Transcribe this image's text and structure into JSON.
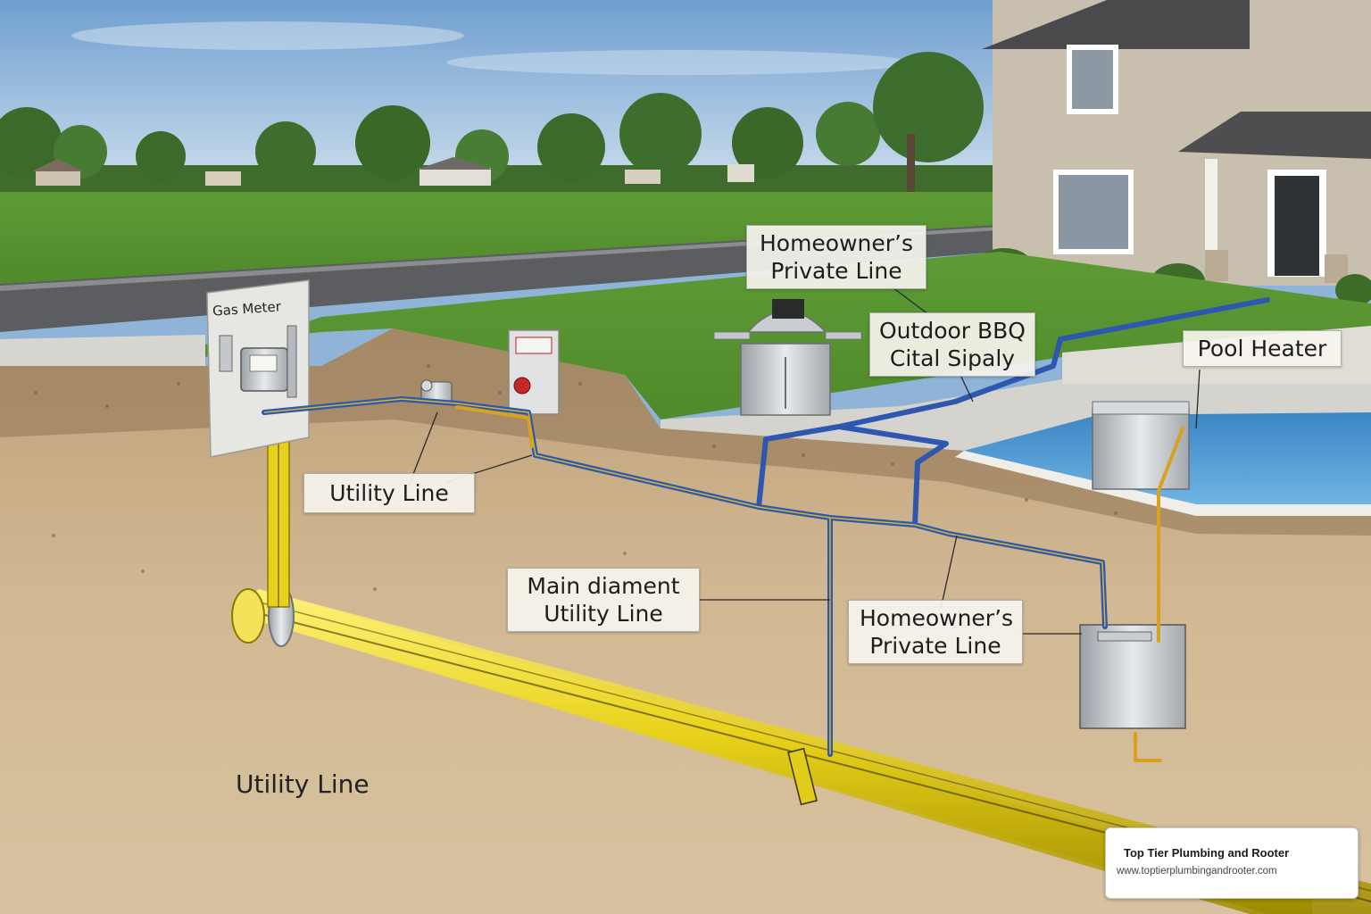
{
  "labels": {
    "gas_meter": "Gas Meter",
    "homeowner_private_line_top": [
      "Homeowner’s",
      "Private Line"
    ],
    "outdoor_bbq": [
      "Outdoor BBQ",
      "Cital Sipaly"
    ],
    "pool_heater": "Pool Heater",
    "utility_line_upper": "Utility Line",
    "main_diament": [
      "Main diament",
      "Utility Line"
    ],
    "homeowner_private_line_lower": [
      "Homeowner’s",
      "Private Line"
    ],
    "utility_line_bottom": "Utility Line"
  },
  "branding": {
    "name": "Top Tier Plumbing and Rooter",
    "url": "www.toptierplumbingandrooter.com"
  },
  "colors": {
    "utility_pipe": "#e8d21a",
    "private_line": "#2f57b0",
    "appliance_feed": "#d8a11f",
    "grass": "#5f9a3a",
    "soil": "#c9ae86"
  }
}
